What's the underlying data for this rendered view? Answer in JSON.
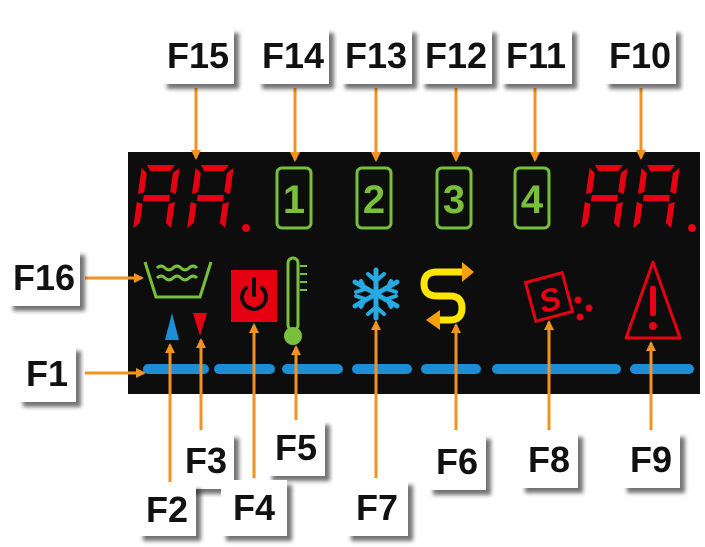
{
  "labels": {
    "f1": "F1",
    "f2": "F2",
    "f3": "F3",
    "f4": "F4",
    "f5": "F5",
    "f6": "F6",
    "f7": "F7",
    "f8": "F8",
    "f9": "F9",
    "f10": "F10",
    "f11": "F11",
    "f12": "F12",
    "f13": "F13",
    "f14": "F14",
    "f15": "F15",
    "f16": "F16"
  },
  "display": {
    "left_digits": "88.",
    "right_digits": "88.",
    "program_buttons": [
      "1",
      "2",
      "3",
      "4"
    ],
    "salt_letter": "S"
  },
  "colors": {
    "panel": "#0d0d0d",
    "arrow": "#f29222",
    "segment_red": "#e60012",
    "program_green": "#78c03c",
    "bar_blue": "#1b8ed6",
    "snow_blue": "#27a9e1",
    "rinse_yellow": "#ffe600",
    "rinse_arrows": "#f7a10a"
  }
}
